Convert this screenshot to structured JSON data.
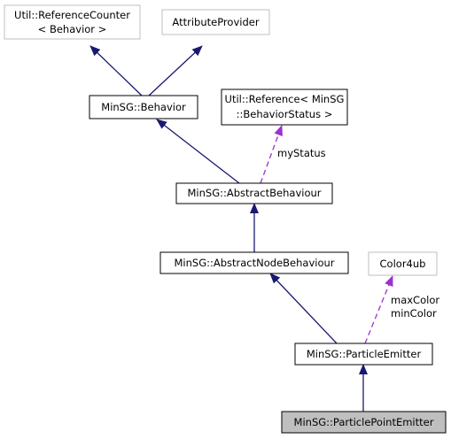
{
  "nodes": {
    "util_ref_counter": {
      "line1": "Util::ReferenceCounter",
      "line2": "< Behavior >"
    },
    "attribute_provider": {
      "label": "AttributeProvider"
    },
    "behavior": {
      "label": "MinSG::Behavior"
    },
    "util_ref_status": {
      "line1": "Util::Reference< MinSG",
      "line2": "::BehaviorStatus >"
    },
    "abstract_behaviour": {
      "label": "MinSG::AbstractBehaviour"
    },
    "abstract_node_behaviour": {
      "label": "MinSG::AbstractNodeBehaviour"
    },
    "color4ub": {
      "label": "Color4ub"
    },
    "particle_emitter": {
      "label": "MinSG::ParticleEmitter"
    },
    "particle_point_emitter": {
      "label": "MinSG::ParticlePointEmitter"
    }
  },
  "edge_labels": {
    "my_status": "myStatus",
    "max_color": "maxColor",
    "min_color": "minColor"
  },
  "colors": {
    "inheritance_edge": "#191970",
    "usage_edge": "#9a32cd",
    "node_border": "#000000",
    "external_node_border": "#bfbfbf",
    "highlighted_node_fill": "#bfbfbf"
  }
}
